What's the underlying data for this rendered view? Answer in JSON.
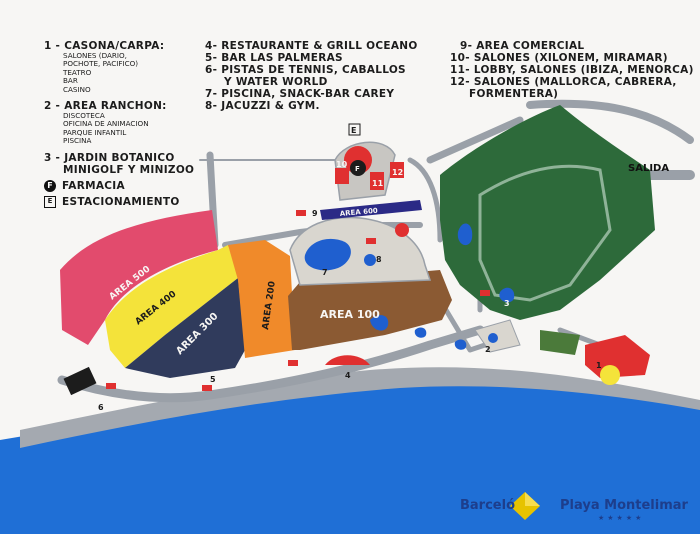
{
  "legend_col1": [
    {
      "num": "1 -",
      "title": "CASONA/CARPA:",
      "subs": [
        "SALONES (DARIO,",
        "POCHOTE, PACIFICO)",
        "TEATRO",
        "BAR",
        "CASINO"
      ]
    },
    {
      "num": "2 -",
      "title": "AREA RANCHON:",
      "subs": [
        "DISCOTECA",
        "OFICINA DE ANIMACION",
        "PARQUE INFANTIL",
        "PISCINA"
      ]
    },
    {
      "num": "3 -",
      "title": "JARDIN BOTANICO",
      "title2": "MINIGOLF Y MINIZOO",
      "subs": []
    }
  ],
  "symbols": [
    {
      "glyph": "F",
      "label": "FARMACIA"
    },
    {
      "glyph": "E",
      "label": "ESTACIONAMIENTO"
    }
  ],
  "legend_col2": [
    {
      "num": "4-",
      "text": "RESTAURANTE & GRILL OCEANO"
    },
    {
      "num": "5-",
      "text": "BAR LAS PALMERAS"
    },
    {
      "num": "6-",
      "text": "PISTAS DE TENNIS, CABALLOS",
      "cont": "Y WATER WORLD"
    },
    {
      "num": "7-",
      "text": "PISCINA, SNACK-BAR CAREY"
    },
    {
      "num": "8-",
      "text": "JACUZZI & GYM."
    }
  ],
  "legend_col3": [
    {
      "num": "9-",
      "text": "AREA COMERCIAL"
    },
    {
      "num": "10-",
      "text": "SALONES (XILONEM, MIRAMAR)"
    },
    {
      "num": "11-",
      "text": "LOBBY, SALONES (IBIZA, MENORCA)"
    },
    {
      "num": "12-",
      "text": "SALONES (MALLORCA, CABRERA,",
      "cont": "FORMENTERA)"
    }
  ],
  "areas": [
    "AREA 500",
    "AREA 400",
    "AREA 300",
    "AREA 200",
    "AREA 100",
    "AREA 600"
  ],
  "markers": [
    "1",
    "2",
    "3",
    "4",
    "5",
    "6",
    "7",
    "8",
    "9",
    "10",
    "11",
    "12",
    "E",
    "F"
  ],
  "exit_label": "SALIDA",
  "brand": {
    "left": "Barceló",
    "right": "Playa Montelimar",
    "stars": "★★★★★"
  },
  "colors": {
    "area500": "#e24b6d",
    "area400": "#f4e33a",
    "area300": "#303b5c",
    "area200": "#f08a2a",
    "area100": "#8b5a33",
    "area600": "#2b2a86",
    "garden": "#2d6a3a",
    "road": "#9aa0a8",
    "sea": "#1f6fd6",
    "building": "#e03030"
  }
}
